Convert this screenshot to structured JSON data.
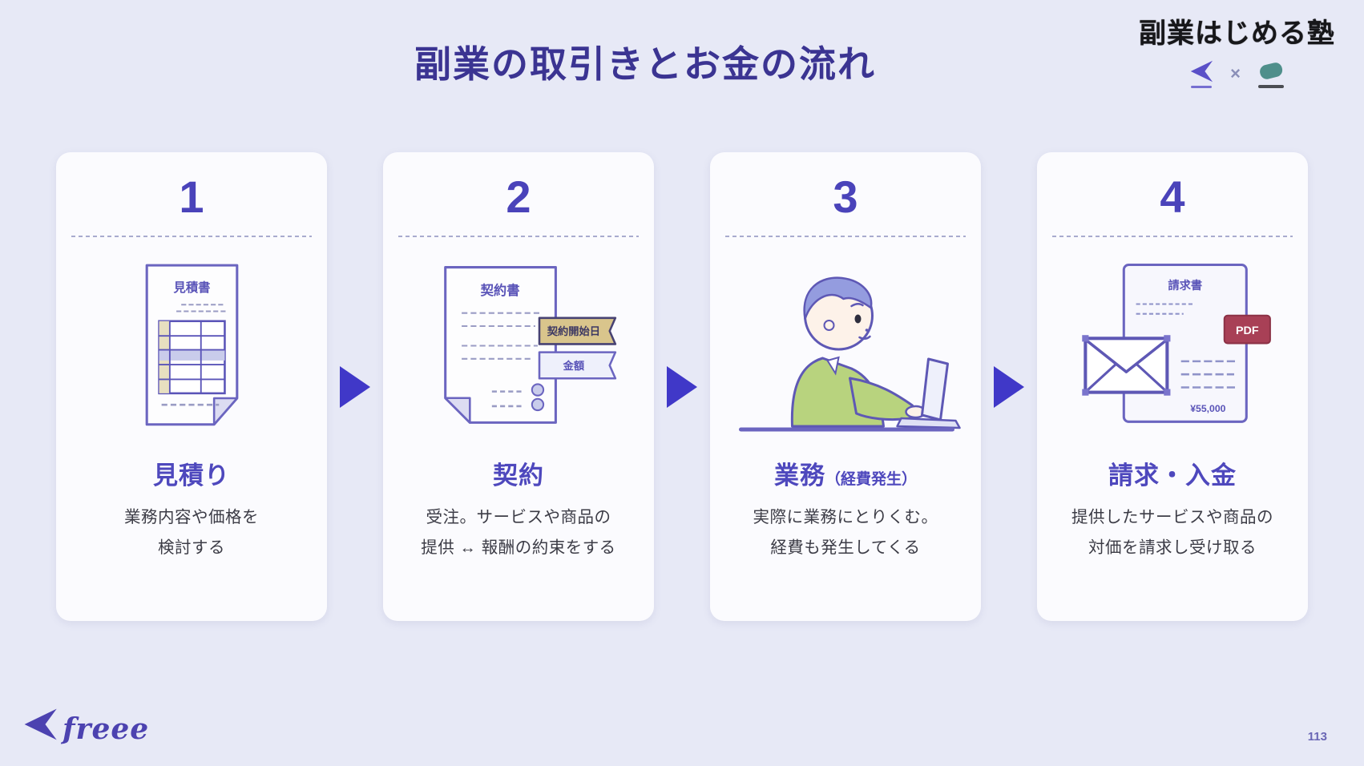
{
  "header": {
    "title": "副業の取引きとお金の流れ",
    "brand_title": "副業はじめる塾",
    "logos_separator": "×"
  },
  "steps": [
    {
      "number": "1",
      "title": "見積り",
      "title_note": "",
      "desc_line1": "業務内容や価格を",
      "desc_line2": "検討する",
      "doc_label": "見積書"
    },
    {
      "number": "2",
      "title": "契約",
      "title_note": "",
      "desc_line1": "受注。サービスや商品の",
      "desc_line2": "提供 ↔ 報酬の約束をする",
      "doc_label": "契約書",
      "ribbon_start": "契約開始日",
      "ribbon_amount": "金額"
    },
    {
      "number": "3",
      "title": "業務",
      "title_note": "（経費発生）",
      "desc_line1": "実際に業務にとりくむ。",
      "desc_line2": "経費も発生してくる"
    },
    {
      "number": "4",
      "title": "請求・入金",
      "title_note": "",
      "desc_line1": "提供したサービスや商品の",
      "desc_line2": "対価を請求し受け取る",
      "doc_label": "請求書",
      "pdf_label": "PDF",
      "amount": "¥55,000"
    }
  ],
  "footer": {
    "logo_text": "freee",
    "page_number": "113"
  },
  "colors": {
    "background": "#e7e9f6",
    "card": "#fbfbfe",
    "accent_indigo": "#4a43ba",
    "title_indigo": "#3b3492",
    "arrow": "#4038c8",
    "text_dark": "#3c3c46",
    "illustration_purple": "#6b65c0",
    "ribbon_tan": "#d9c58c",
    "pdf_red": "#a84056",
    "person_green": "#b8d37e",
    "partner_teal": "#4f8f8b"
  }
}
